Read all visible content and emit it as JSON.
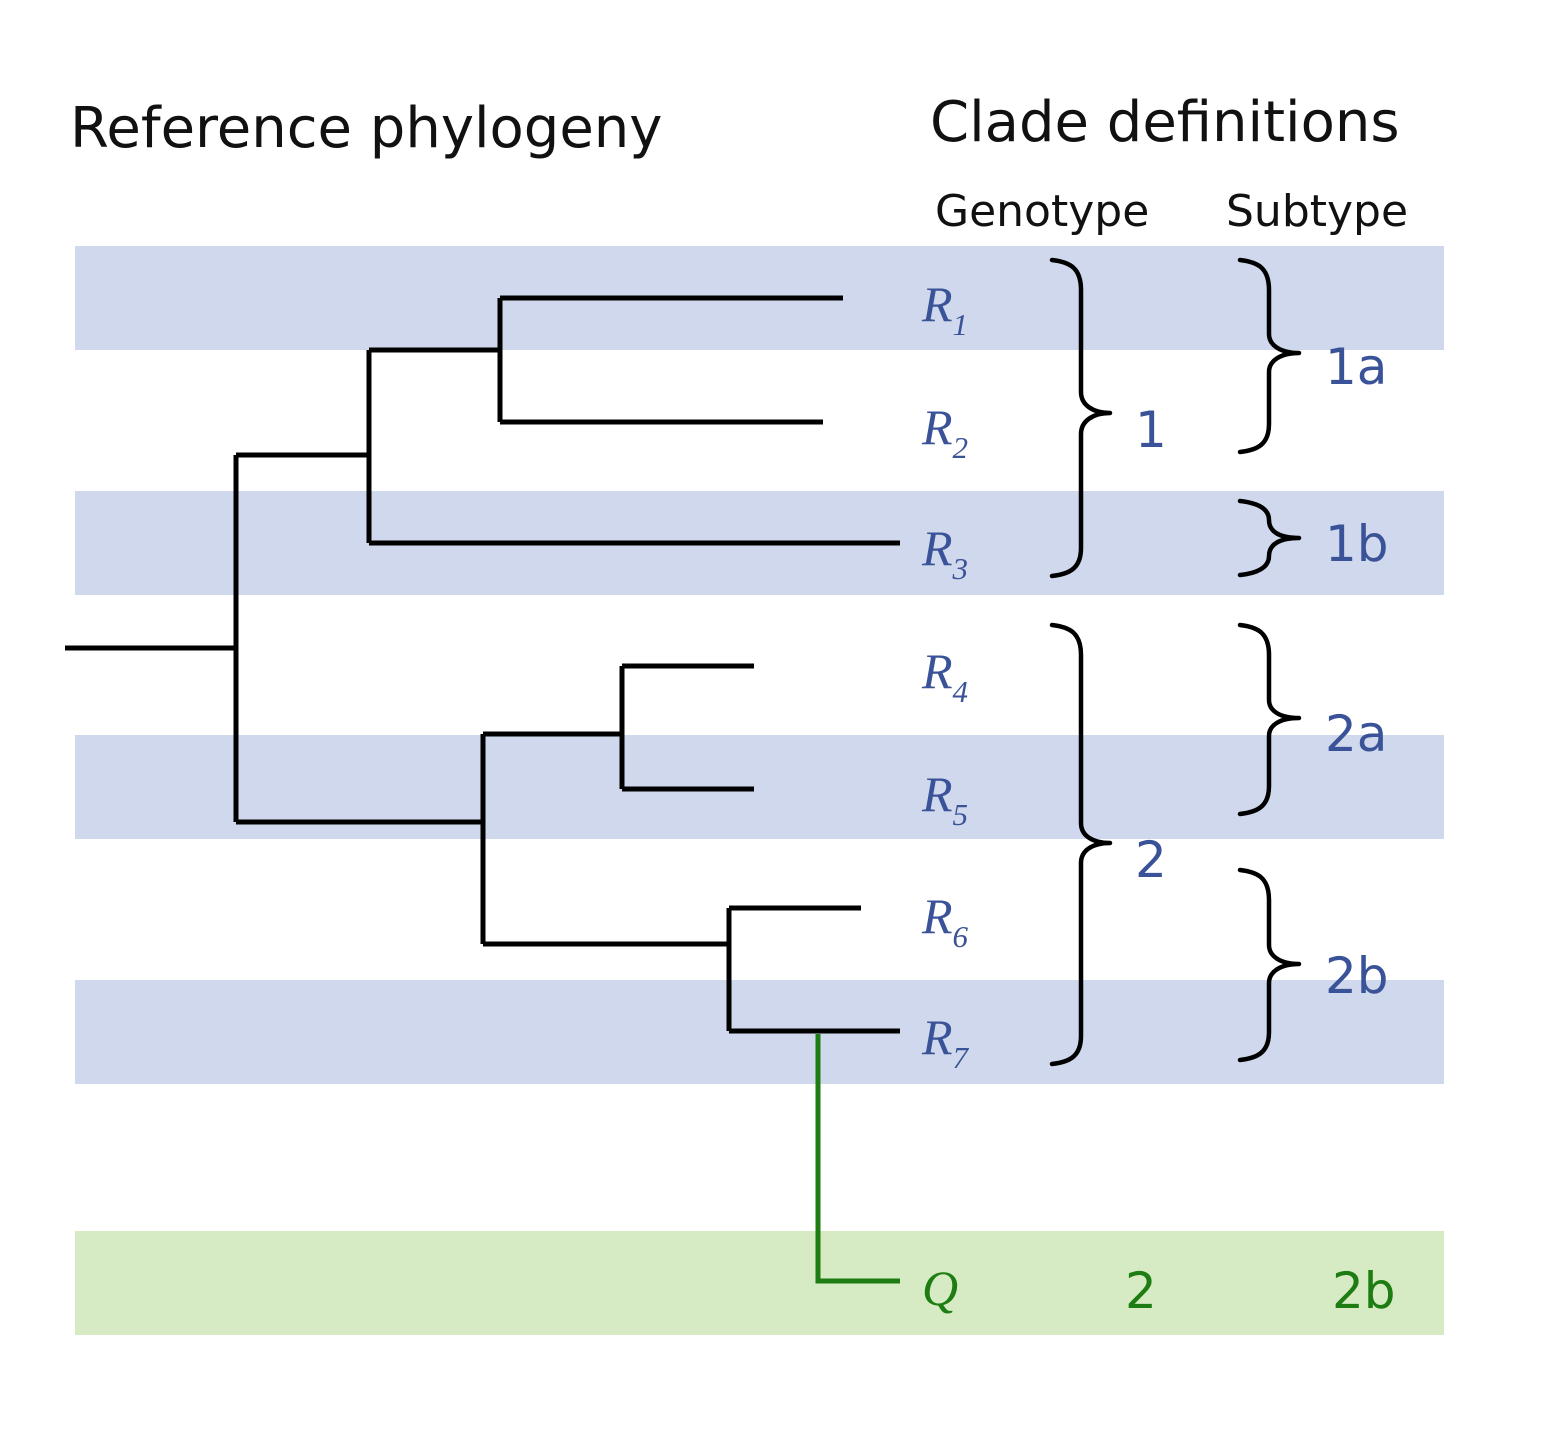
{
  "title_left": "Reference phylogeny",
  "title_right": "Clade definitions",
  "column_headers": {
    "genotype": "Genotype",
    "subtype": "Subtype"
  },
  "colors": {
    "band_blue": "#cfd8ec",
    "band_green": "#d6ebc4",
    "label_blue": "#3a5298",
    "query_green": "#1e7d12",
    "branch_black": "#000000"
  },
  "leaves": [
    {
      "base": "R",
      "sub": "1"
    },
    {
      "base": "R",
      "sub": "2"
    },
    {
      "base": "R",
      "sub": "3"
    },
    {
      "base": "R",
      "sub": "4"
    },
    {
      "base": "R",
      "sub": "5"
    },
    {
      "base": "R",
      "sub": "6"
    },
    {
      "base": "R",
      "sub": "7"
    }
  ],
  "genotypes": [
    {
      "label": "1",
      "members": [
        "R1",
        "R2",
        "R3"
      ]
    },
    {
      "label": "2",
      "members": [
        "R4",
        "R5",
        "R6",
        "R7"
      ]
    }
  ],
  "subtypes": [
    {
      "label": "1a",
      "members": [
        "R1",
        "R2"
      ]
    },
    {
      "label": "1b",
      "members": [
        "R3"
      ]
    },
    {
      "label": "2a",
      "members": [
        "R4",
        "R5"
      ]
    },
    {
      "label": "2b",
      "members": [
        "R6",
        "R7"
      ]
    }
  ],
  "query": {
    "label": "Q",
    "genotype": "2",
    "subtype": "2b"
  }
}
